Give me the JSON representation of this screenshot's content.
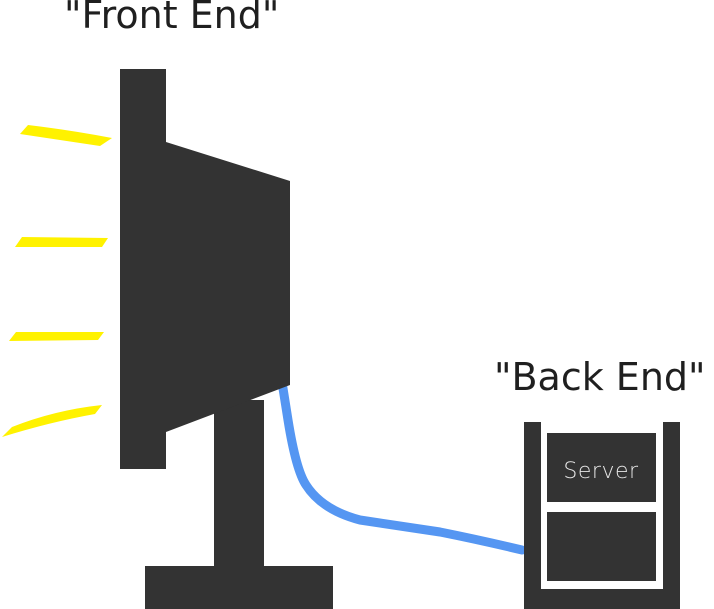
{
  "labels": {
    "front_end": "\"Front End\"",
    "back_end": "\"Back End\"",
    "server": "Server"
  },
  "colors": {
    "device": "#333333",
    "cable": "#5596f2",
    "light_rays": "#fff200",
    "server_text": "#e6e6e6",
    "background": "#ffffff"
  },
  "icons": {
    "front_end": "monitor-icon",
    "back_end": "server-rack-icon"
  }
}
